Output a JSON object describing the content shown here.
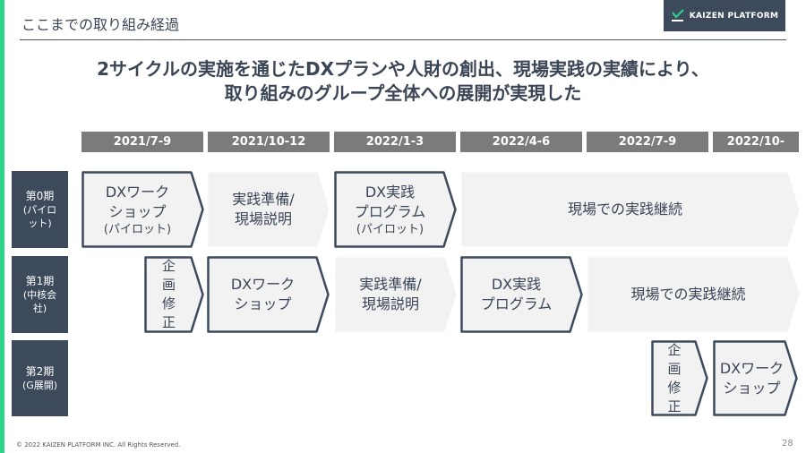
{
  "header": {
    "title": "ここまでの取り組み経過",
    "logo_text": "KAIZEN PLATFORM"
  },
  "headline": {
    "line1": "2サイクルの実施を通じたDXプランや人財の創出、現場実践の実績により、",
    "line2": "取り組みのグループ全体への展開が実現した"
  },
  "periods": [
    "2021/7-9",
    "2021/10-12",
    "2022/1-3",
    "2022/4-6",
    "2022/7-9",
    "2022/10-"
  ],
  "rows": [
    {
      "label": "第0期",
      "sub": "(パイロット)",
      "steps": [
        {
          "line1": "DXワーク",
          "line2": "ショップ",
          "note": "(パイロット)"
        },
        {
          "line1": "実践準備/",
          "line2": "現場説明"
        },
        {
          "line1": "DX実践",
          "line2": "プログラム",
          "note": "(パイロット)"
        },
        {
          "line1": "現場での実践継続"
        }
      ]
    },
    {
      "label": "第1期",
      "sub": "(中核会社)",
      "steps": [
        {
          "line1": "企画修正"
        },
        {
          "line1": "DXワーク",
          "line2": "ショップ"
        },
        {
          "line1": "実践準備/",
          "line2": "現場説明"
        },
        {
          "line1": "DX実践",
          "line2": "プログラム"
        },
        {
          "line1": "現場での実践継続"
        }
      ]
    },
    {
      "label": "第2期",
      "sub": "(G展開)",
      "steps": [
        {
          "line1": "企画修正"
        },
        {
          "line1": "DXワーク",
          "line2": "ショップ"
        }
      ]
    }
  ],
  "footer": {
    "copyright": "© 2022 KAIZEN PLATFORM INC. All Rights Reserved.",
    "page_number": "28"
  },
  "colors": {
    "accent": "#2ed68a",
    "navy": "#3d4a5c",
    "period_bg": "#7b7b7b",
    "step_fill": "#f2f2f2"
  }
}
